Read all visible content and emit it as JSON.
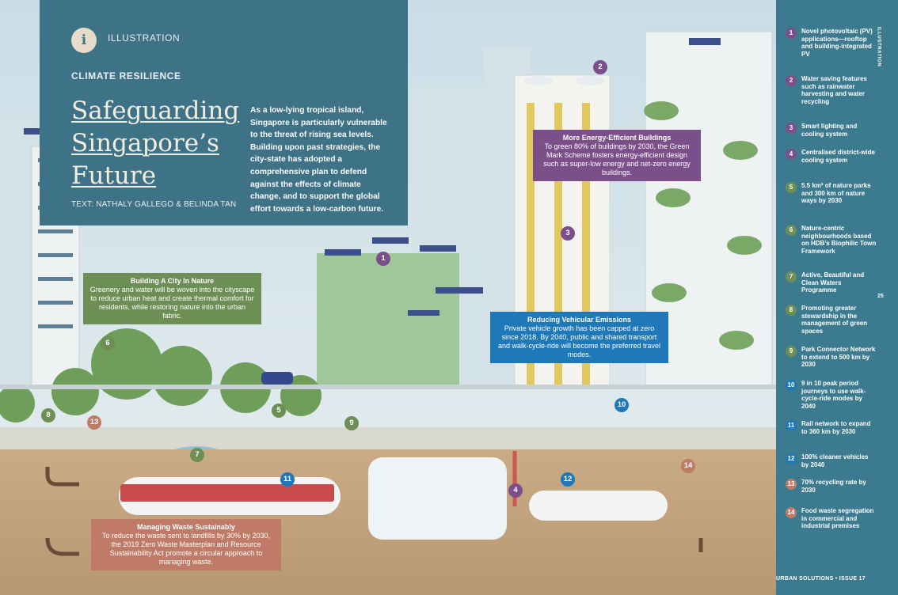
{
  "hero": {
    "badge": "i",
    "kicker": "ILLUSTRATION",
    "section": "CLIMATE RESILIENCE",
    "title": "Safeguarding Singapore’s Future",
    "byline": "TEXT: NATHALY GALLEGO & BELINDA TAN",
    "intro": "As a low-lying tropical island, Singapore is particularly vulnerable to the threat of rising sea levels. Building upon past strategies, the city-state has adopted a comprehensive plan to defend against the effects of climate change, and to support the global effort towards a low-carbon future."
  },
  "callouts": [
    {
      "title": "More Energy-Efficient Buildings",
      "body": "To green 80% of buildings by 2030, the Green Mark Scheme fosters energy-efficient design such as super-low energy and net-zero energy buildings.",
      "color": "#7b4f8a"
    },
    {
      "title": "Building A City In Nature",
      "body": "Greenery and water will be woven into the cityscape to reduce urban heat and create thermal comfort for residents, while restoring nature into the urban fabric.",
      "color": "#6d8f55"
    },
    {
      "title": "Reducing Vehicular Emissions",
      "body": "Private vehicle growth has been capped at zero since 2018. By 2040, public and shared transport and walk-cycle-ride will become the preferred travel modes.",
      "color": "#1f78b8"
    },
    {
      "title": "Managing Waste Sustainably",
      "body": "To reduce the waste sent to landfills by 30% by 2030, the 2019 Zero Waste Masterplan and Resource Sustainability Act promote a circular approach to managing waste.",
      "color": "#c07a68"
    }
  ],
  "markers": [
    "1",
    "2",
    "3",
    "4",
    "5",
    "6",
    "7",
    "8",
    "9",
    "10",
    "11",
    "12",
    "13",
    "14"
  ],
  "sidebar": {
    "vertical_label": "ILLUSTRATION",
    "page_number": "25",
    "footer": "URBAN SOLUTIONS • ISSUE 17",
    "items": [
      {
        "num": "1",
        "text": "Novel photovoltaic (PV) applications—rooftop and building-integrated PV",
        "color": "#7b4f8a"
      },
      {
        "num": "2",
        "text": "Water saving features such as rainwater harvesting and water recycling",
        "color": "#7b4f8a"
      },
      {
        "num": "3",
        "text": "Smart lighting and cooling system",
        "color": "#7b4f8a"
      },
      {
        "num": "4",
        "text": "Centralised district-wide cooling system",
        "color": "#7b4f8a"
      },
      {
        "num": "5",
        "text": "5.5 km² of nature parks and 300 km of nature ways by 2030",
        "color": "#6d8f55"
      },
      {
        "num": "6",
        "text": "Nature-centric neighbourhoods based on HDB’s Biophilic Town Framework",
        "color": "#6d8f55"
      },
      {
        "num": "7",
        "text": "Active, Beautiful and Clean Waters Programme",
        "color": "#6d8f55"
      },
      {
        "num": "8",
        "text": "Promoting greater stewardship in the management of green spaces",
        "color": "#6d8f55"
      },
      {
        "num": "9",
        "text": "Park Connector Network to extend to 500 km by 2030",
        "color": "#6d8f55"
      },
      {
        "num": "10",
        "text": "9 in 10 peak period journeys to use walk-cycle-ride modes by 2040",
        "color": "#1f78b8"
      },
      {
        "num": "11",
        "text": "Rail network to expand to 360 km by 2030",
        "color": "#1f78b8"
      },
      {
        "num": "12",
        "text": "100% cleaner vehicles by 2040",
        "color": "#1f78b8"
      },
      {
        "num": "13",
        "text": "70% recycling rate by 2030",
        "color": "#c07a68"
      },
      {
        "num": "14",
        "text": "Food waste segregation in commercial and industrial premises",
        "color": "#c07a68"
      }
    ]
  }
}
